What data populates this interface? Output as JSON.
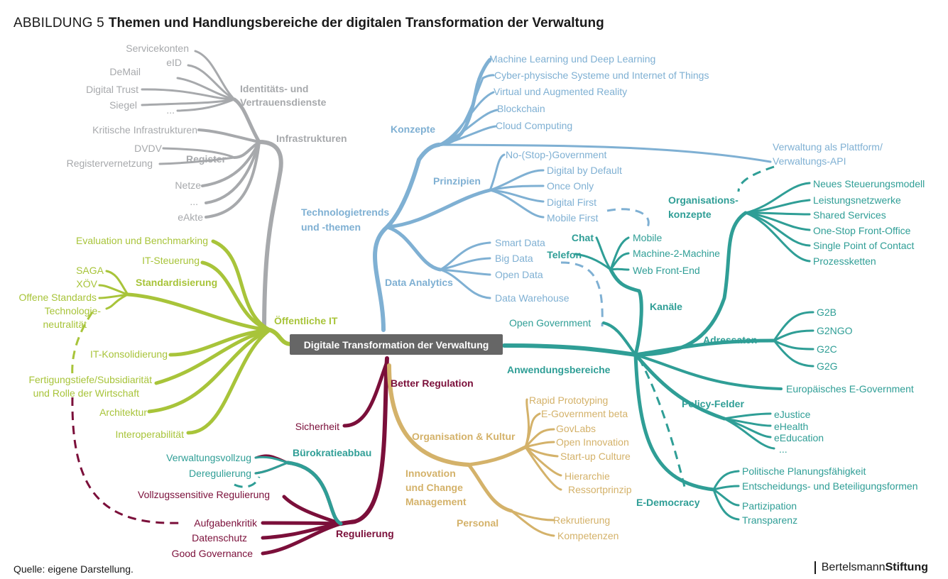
{
  "figure": {
    "label": "ABBILDUNG 5",
    "title": "Themen und Handlungsbereiche der digitalen Transformation der Verwaltung"
  },
  "source": "Quelle: eigene Darstellung.",
  "brand": {
    "part1": "Bertelsmann",
    "part2": "Stiftung"
  },
  "center": "Digitale Transformation der Verwaltung",
  "colors": {
    "gray": "#a7a9ac",
    "blue": "#7fb0d3",
    "green": "#a8c43a",
    "teal": "#2f9e96",
    "maroon": "#7b0f3a",
    "gold": "#d4b26a",
    "center_bg": "#666666"
  },
  "gray": {
    "main": "Infrastrukturen",
    "sub1": "Identitäts- und Vertrauensdienste",
    "sub1_items": [
      "Servicekonten",
      "eID",
      "DeMail",
      "Digital Trust",
      "Siegel",
      "..."
    ],
    "sub2": "Register",
    "sub2_items": [
      "Kritische Infrastrukturen",
      "DVDV",
      "Registervernetzung"
    ],
    "items": [
      "Netze",
      "...",
      "eAkte"
    ]
  },
  "blue": {
    "main": "Technologietrends und -themen",
    "konzepte": "Konzepte",
    "konzepte_items": [
      "Machine Learning und Deep Learning",
      "Cyber-physische Systeme und Internet of Things",
      "Virtual und Augmented Reality",
      "Blockchain",
      "Cloud Computing"
    ],
    "plattform": "Verwaltung als Plattform/ Verwaltungs-API",
    "prinzipien": "Prinzipien",
    "prinzipien_items": [
      "No-(Stop-)Government",
      "Digital by Default",
      "Once Only",
      "Digital First",
      "Mobile First"
    ],
    "data": "Data Analytics",
    "data_items": [
      "Smart Data",
      "Big Data",
      "Open Data",
      "Data Warehouse"
    ]
  },
  "green": {
    "main": "Öffentliche IT",
    "items": [
      "Evaluation und Benchmarking",
      "IT-Steuerung",
      "IT-Konsolidierung",
      "Fertigungstiefe/Subsidiarität und Rolle der Wirtschaft",
      "Architektur",
      "Interoperabilität"
    ],
    "std": "Standardisierung",
    "std_items": [
      "SAGA",
      "XÖV",
      "Offene Standards",
      "Technologie-neutralität"
    ]
  },
  "teal": {
    "main": "Anwendungsbereiche",
    "org": "Organisations-konzepte",
    "org_items": [
      "Neues Steuerungsmodell",
      "Leistungsnetzwerke",
      "Shared Services",
      "One-Stop Front-Office",
      "Single Point of Contact",
      "Prozessketten"
    ],
    "kanaele": "Kanäle",
    "kanaele_left": [
      "Chat",
      "Telefon"
    ],
    "kanaele_right": [
      "Mobile",
      "Machine-2-Machine",
      "Web Front-End"
    ],
    "open_gov": "Open Government",
    "adressaten": "Adressaten",
    "adressaten_items": [
      "G2B",
      "G2NGO",
      "G2C",
      "G2G"
    ],
    "eu": "Europäisches E-Government",
    "policy": "Policy-Felder",
    "policy_items": [
      "eJustice",
      "eHealth",
      "eEducation",
      "..."
    ],
    "edem": "E-Democracy",
    "edem_items": [
      "Politische Planungsfähigkeit",
      "Entscheidungs- und Beteiligungsformen",
      "Partizipation",
      "Transparenz"
    ]
  },
  "maroon": {
    "main": "Better Regulation",
    "sicherheit": "Sicherheit",
    "buerokratie": "Bürokratieabbau",
    "buerokratie_items": [
      "Verwaltungsvollzug",
      "Deregulierung"
    ],
    "regulierung": "Regulierung",
    "regulierung_items": [
      "Vollzugssensitive Regulierung",
      "Aufgabenkritik",
      "Datenschutz",
      "Good Governance"
    ]
  },
  "gold": {
    "main": "Innovation und Change Management",
    "org": "Organisation & Kultur",
    "org_items": [
      "Rapid Prototyping",
      "E-Government beta",
      "GovLabs",
      "Open Innovation",
      "Start-up Culture",
      "Hierarchie",
      "Ressortprinzip"
    ],
    "personal": "Personal",
    "personal_items": [
      "Rekrutierung",
      "Kompetenzen"
    ]
  }
}
